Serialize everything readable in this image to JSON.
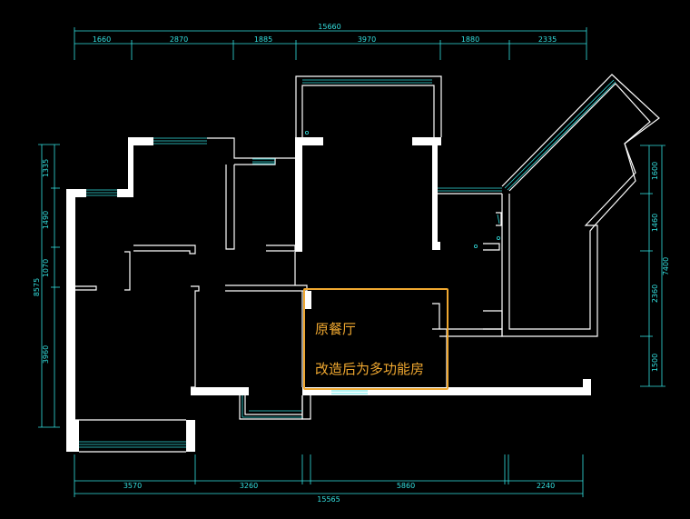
{
  "dimensions": {
    "top_total": "15660",
    "top_segments": [
      "1660",
      "2870",
      "1885",
      "3970",
      "1880",
      "2335"
    ],
    "bottom_total": "15565",
    "bottom_segments": [
      "3570",
      "3260",
      "5860",
      "2240"
    ],
    "left_total": "8575",
    "left_segments": [
      "1335",
      "1490",
      "1070",
      "3960"
    ],
    "right_total": "7400",
    "right_segments": [
      "1600",
      "1460",
      "2360",
      "1500"
    ]
  },
  "annotation": {
    "line1": "原餐厅",
    "line2": "改造后为多功能房"
  },
  "colors": {
    "background": "#000000",
    "walls": "#ffffff",
    "dimension": "#33e0e0",
    "highlight": "#f0a830"
  }
}
